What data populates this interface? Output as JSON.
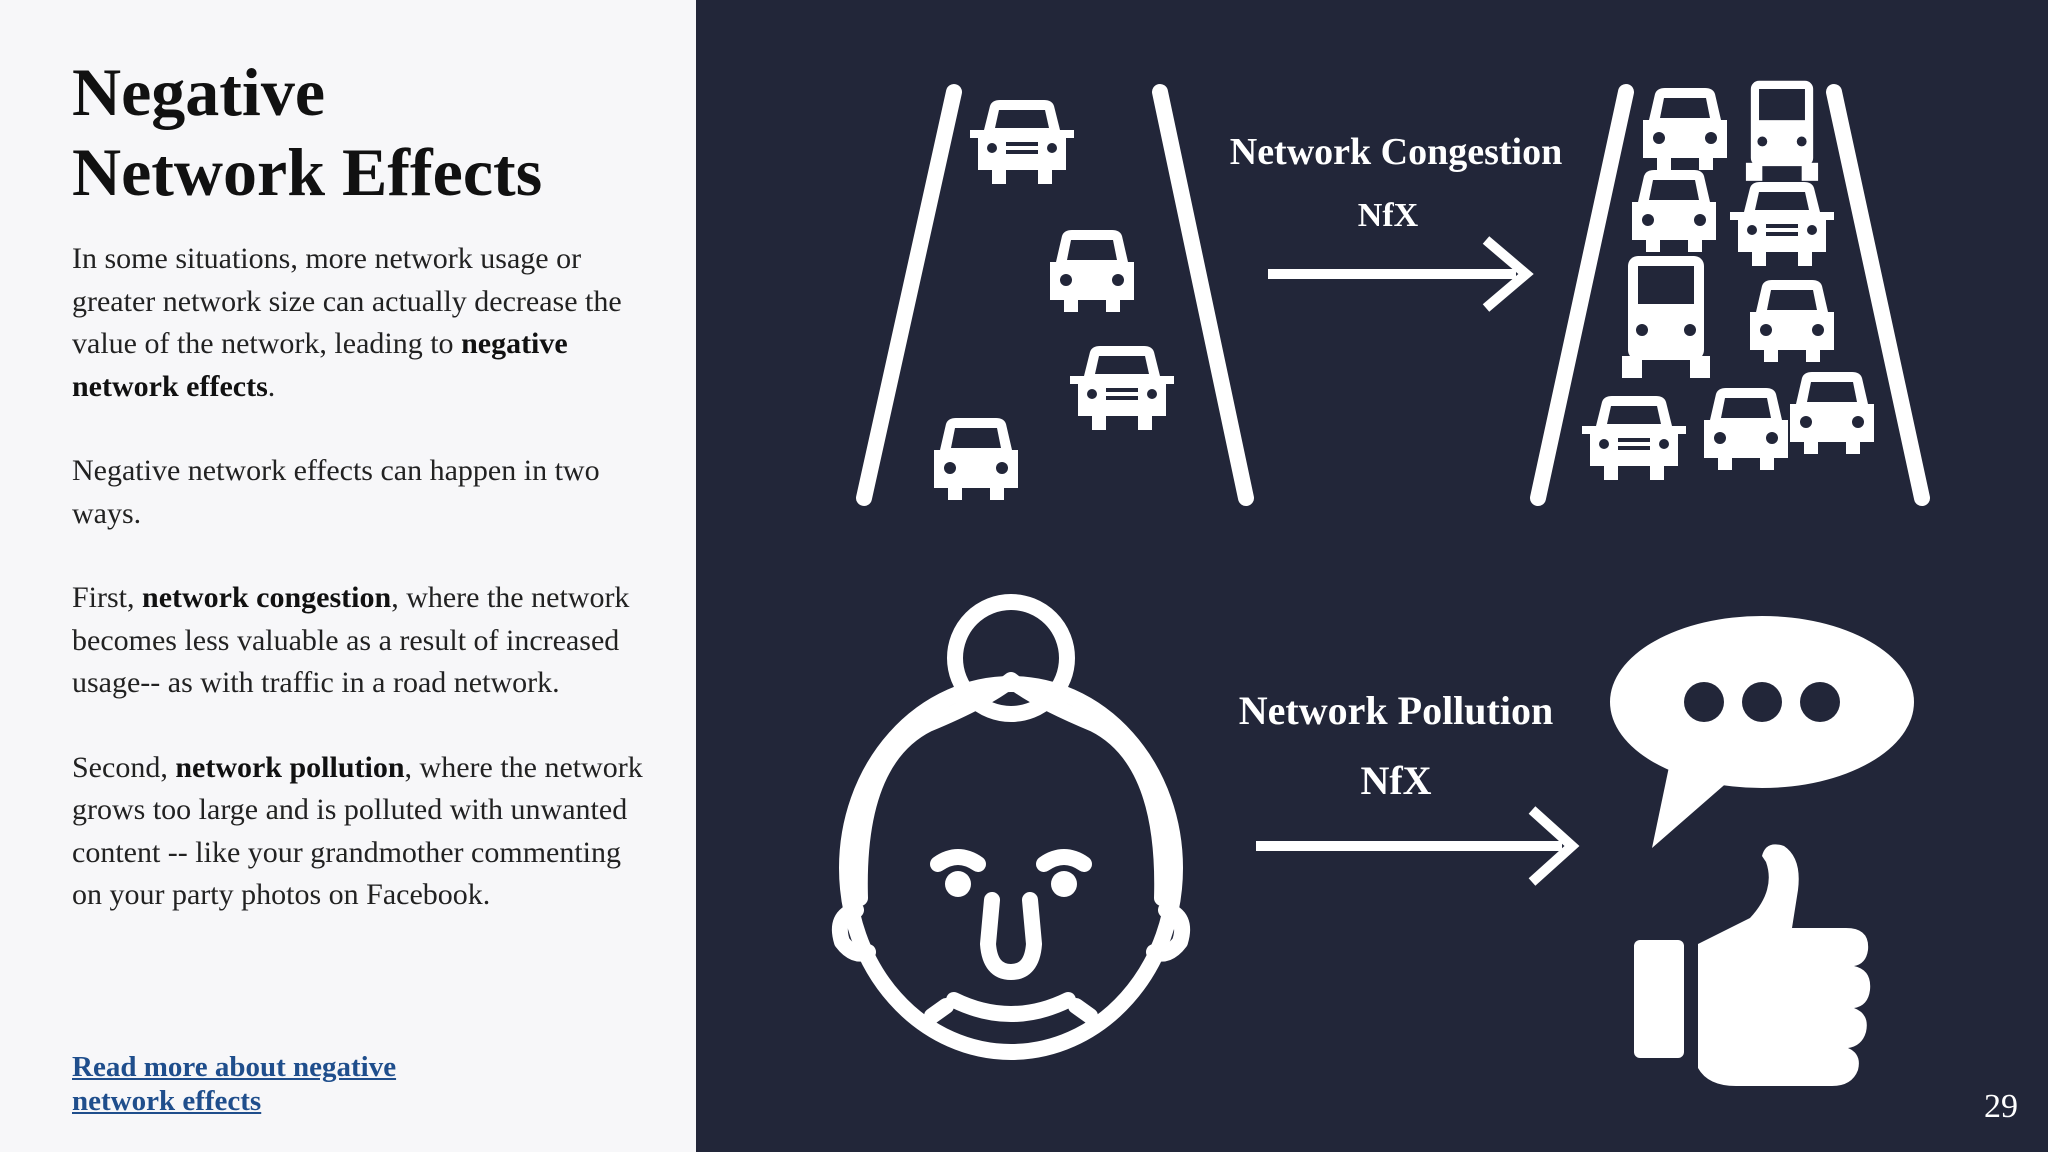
{
  "slide": {
    "title_line1": "Negative",
    "title_line2": "Network Effects",
    "p1_text": "In some situations, more network usage or greater network size can actually decrease the value of the network, leading to ",
    "p1_bold": "negative network effects",
    "p1_end": ".",
    "p2_text": "Negative network effects can happen in two ways.",
    "p3_start": "First, ",
    "p3_bold": "network congestion",
    "p3_end": ", where the network becomes less valuable as a result of increased usage-- as with traffic in a road network.",
    "p4_start": "Second, ",
    "p4_bold": "network pollution",
    "p4_end": ", where the network grows too large and is polluted with unwanted content -- like your grandmother commenting on your party photos on Facebook.",
    "link_line1": "Read more about negative",
    "link_line2": "network effects",
    "page_number": "29"
  },
  "illustration": {
    "congestion_label": "Network Congestion",
    "pollution_label": "Network Pollution",
    "nfx_mark_1": "NfX",
    "nfx_mark_2": "NfX",
    "icons": [
      "road-icon",
      "car-icon",
      "truck-icon",
      "arrow-right-icon",
      "grandmother-face-icon",
      "speech-bubble-icon",
      "thumbs-up-icon"
    ],
    "colors": {
      "panel_background": "#222639",
      "icon_color": "#ffffff",
      "link_color": "#1f4e8c"
    }
  }
}
